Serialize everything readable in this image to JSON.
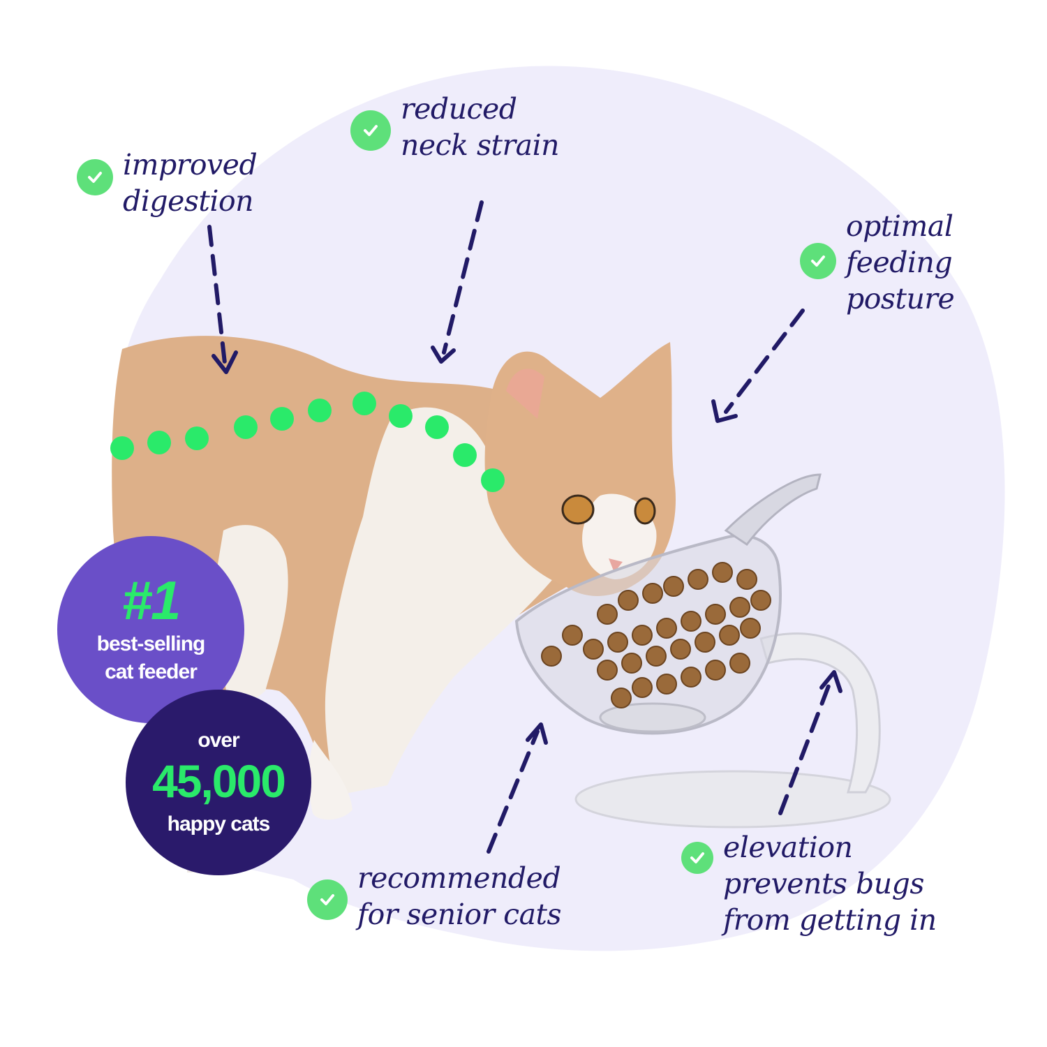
{
  "colors": {
    "blob": "#efedfb",
    "ink": "#211a66",
    "check": "#5ee07a",
    "dots": "#2aea6a",
    "badge_purple": "#6a4fc8",
    "badge_navy": "#2a1a6b",
    "badge_accent": "#2aea6a",
    "badge_text": "#ffffff"
  },
  "image": {
    "subject": "cat eating from elevated clear bowl feeder",
    "icon": "cat-photo-icon"
  },
  "callouts": {
    "digestion": [
      "improved",
      "digestion"
    ],
    "neck": [
      "reduced",
      "neck strain"
    ],
    "posture": [
      "optimal",
      "feeding",
      "posture"
    ],
    "senior": [
      "recommended",
      "for senior cats"
    ],
    "bugs": [
      "elevation",
      "prevents bugs",
      "from getting in"
    ]
  },
  "badges": {
    "rank": {
      "big": "#1",
      "line1": "best-selling",
      "line2": "cat feeder"
    },
    "cats": {
      "line1": "over",
      "big": "45,000",
      "line2": "happy cats"
    }
  }
}
